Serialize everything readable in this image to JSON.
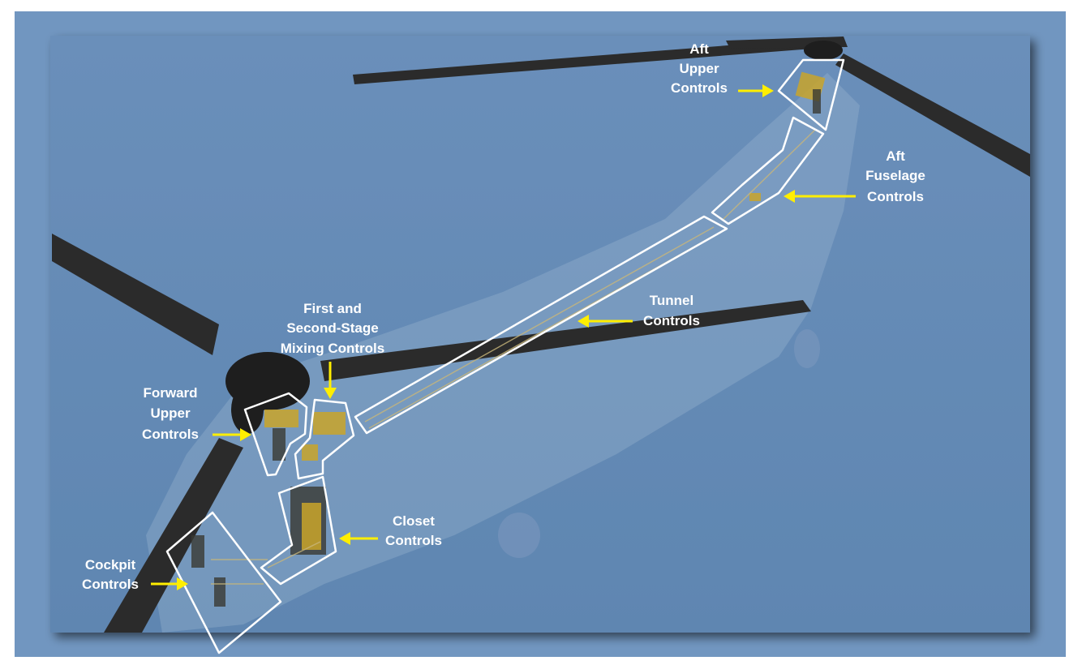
{
  "colors": {
    "background": "#6b8fb8",
    "frame_border": "#ffffff",
    "label_text": "#ffffff",
    "arrow": "#ffee00",
    "outline": "#ffffff"
  },
  "labels": {
    "aft_upper": [
      "Aft",
      "Upper",
      "Controls"
    ],
    "aft_fuselage": [
      "Aft",
      "Fuselage",
      "Controls"
    ],
    "tunnel": [
      "Tunnel",
      "Controls"
    ],
    "mixing": [
      "First and",
      "Second-Stage",
      "Mixing Controls"
    ],
    "forward_upper": [
      "Forward",
      "Upper",
      "Controls"
    ],
    "closet": [
      "Closet",
      "Controls"
    ],
    "cockpit": [
      "Cockpit",
      "Controls"
    ]
  }
}
